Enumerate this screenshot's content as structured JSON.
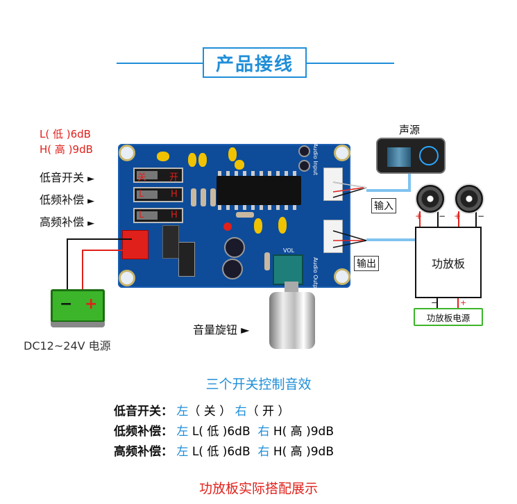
{
  "title": "产品接线",
  "level_notes": {
    "low": "L( 低 )6dB",
    "high": "H( 高 )9dB"
  },
  "switch_labels": [
    {
      "text": "低音开关",
      "arrow": "►"
    },
    {
      "text": "低频补偿",
      "arrow": "►"
    },
    {
      "text": "高频补偿",
      "arrow": "►"
    }
  ],
  "switch_marks": [
    {
      "left": "关",
      "right": "开"
    },
    {
      "left": "L",
      "right": "H"
    },
    {
      "left": "L",
      "right": "H"
    }
  ],
  "board": {
    "vol": "VOL",
    "in_text": "Audio Input",
    "out_text": "Audio Output"
  },
  "source_label": "声源",
  "input_label": "输入",
  "output_label": "输出",
  "amp_label": "功放板",
  "amp_power_label": "功放板电源",
  "polarity": {
    "plus": "+",
    "minus": "−"
  },
  "battery": {
    "minus": "−",
    "plus": "+"
  },
  "power_label": "DC12~24V 电源",
  "knob_label": "音量旋钮 ►",
  "subtitle": "三个开关控制音效",
  "legend": [
    {
      "name": "低音开关：",
      "a_dir": "左",
      "a_val": "（ 关 ）",
      "b_dir": "右",
      "b_val": "（ 开 ）"
    },
    {
      "name": "低频补偿：",
      "a_dir": "左",
      "a_val": "L( 低 )6dB",
      "b_dir": "右",
      "b_val": "H( 高 )9dB"
    },
    {
      "name": "高频补偿：",
      "a_dir": "左",
      "a_val": "L( 低 )6dB",
      "b_dir": "右",
      "b_val": "H( 高 )9dB"
    }
  ],
  "footer": "功放板实际搭配展示",
  "colors": {
    "accent": "#1f8ed8",
    "red": "#e0201a",
    "board": "#0e4c9a",
    "battery": "#3cb52a"
  }
}
